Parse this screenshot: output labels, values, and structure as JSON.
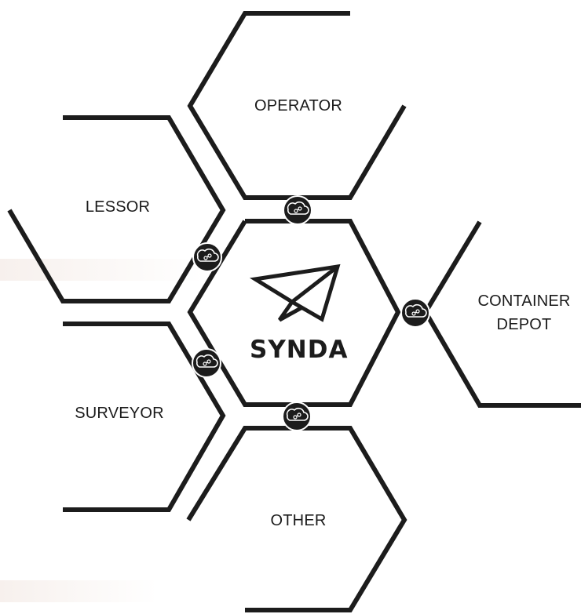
{
  "diagram": {
    "center": {
      "brand": "SYNDA",
      "logo_icon": "paper-plane-icon"
    },
    "nodes": [
      {
        "id": "operator",
        "label": "OPERATOR"
      },
      {
        "id": "lessor",
        "label": "LESSOR"
      },
      {
        "id": "container-depot",
        "label": "CONTAINER\nDEPOT"
      },
      {
        "id": "surveyor",
        "label": "SURVEYOR"
      },
      {
        "id": "other",
        "label": "OTHER"
      }
    ],
    "connector_icon": "cloud-link-icon",
    "colors": {
      "line": "#1c1c1c",
      "badge": "#1c1c1c",
      "background": "#ffffff"
    }
  }
}
